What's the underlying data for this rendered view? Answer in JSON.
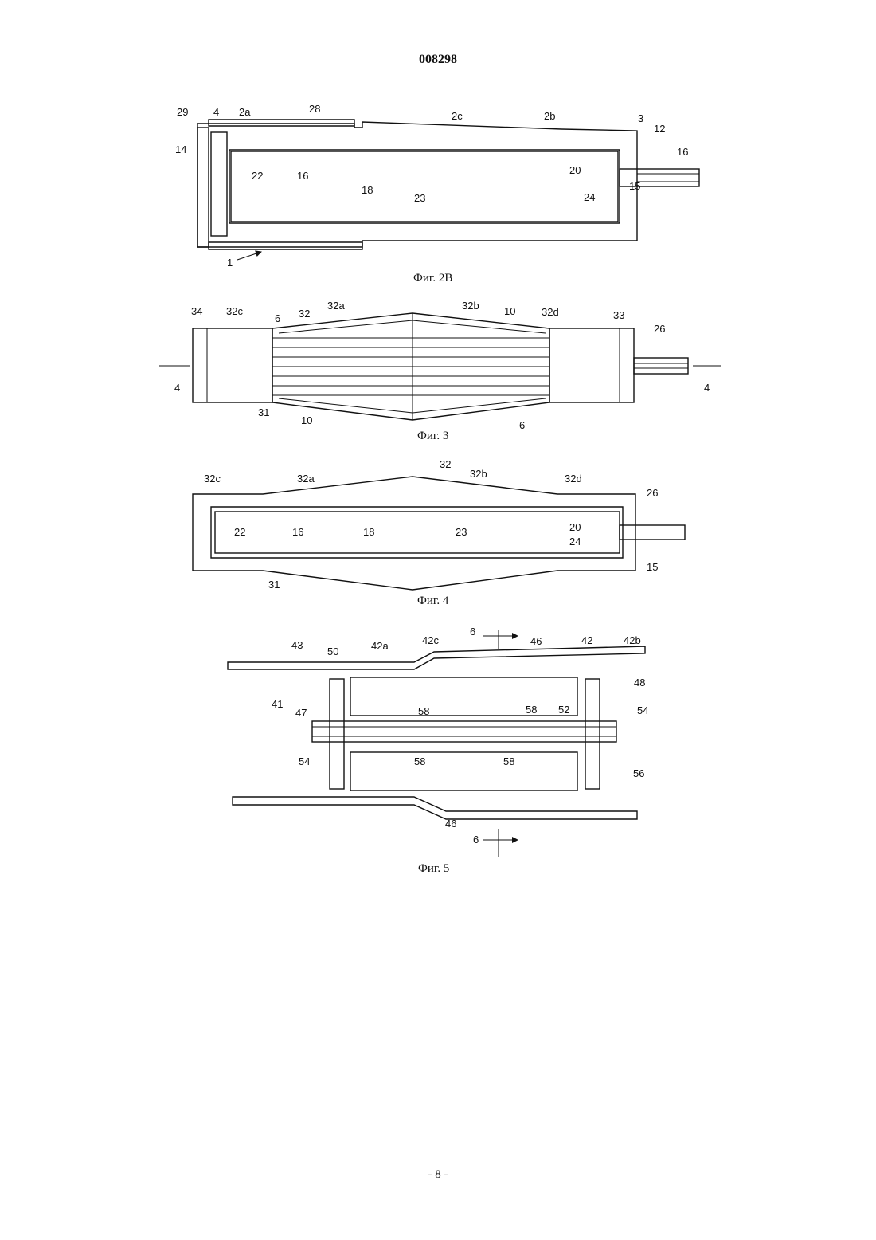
{
  "header": {
    "doc_number": "008298"
  },
  "footer": {
    "page_label": "- 8 -"
  },
  "figures": {
    "fig2b": {
      "caption": "Фиг. 2B",
      "labels": {
        "l29": "29",
        "l4": "4",
        "l2a": "2a",
        "l28": "28",
        "l2c": "2c",
        "l2b": "2b",
        "l3": "3",
        "l12": "12",
        "l16a": "16",
        "l14": "14",
        "l22": "22",
        "l16b": "16",
        "l18": "18",
        "l23": "23",
        "l20": "20",
        "l24": "24",
        "l15": "15",
        "l1": "1"
      }
    },
    "fig3": {
      "caption": "Фиг. 3",
      "labels": {
        "l34": "34",
        "l32c": "32c",
        "l32": "32",
        "l32a": "32a",
        "l6": "6",
        "l32b": "32b",
        "l10a": "10",
        "l32d": "32d",
        "l33": "33",
        "l26": "26",
        "l4left": "4",
        "l4right": "4",
        "l31": "31",
        "l10b": "10",
        "l6b": "6"
      }
    },
    "fig4": {
      "caption": "Фиг. 4",
      "labels": {
        "l32c": "32c",
        "l32a": "32a",
        "l32": "32",
        "l32b": "32b",
        "l32d": "32d",
        "l26": "26",
        "l22": "22",
        "l16": "16",
        "l18": "18",
        "l23": "23",
        "l20": "20",
        "l24": "24",
        "l15": "15",
        "l31": "31"
      }
    },
    "fig5": {
      "caption": "Фиг. 5",
      "labels": {
        "l43": "43",
        "l50": "50",
        "l42a": "42a",
        "l42c": "42c",
        "l6top": "6",
        "l46top": "46",
        "l42": "42",
        "l42b": "42b",
        "l48": "48",
        "l41": "41",
        "l47": "47",
        "l58a": "58",
        "l58b": "58",
        "l52": "52",
        "l54a": "54",
        "l54b": "54",
        "l58c": "58",
        "l58d": "58",
        "l56": "56",
        "l46bot": "46",
        "l6bot": "6"
      }
    }
  },
  "colors": {
    "ink": "#111111",
    "paper": "#ffffff"
  }
}
